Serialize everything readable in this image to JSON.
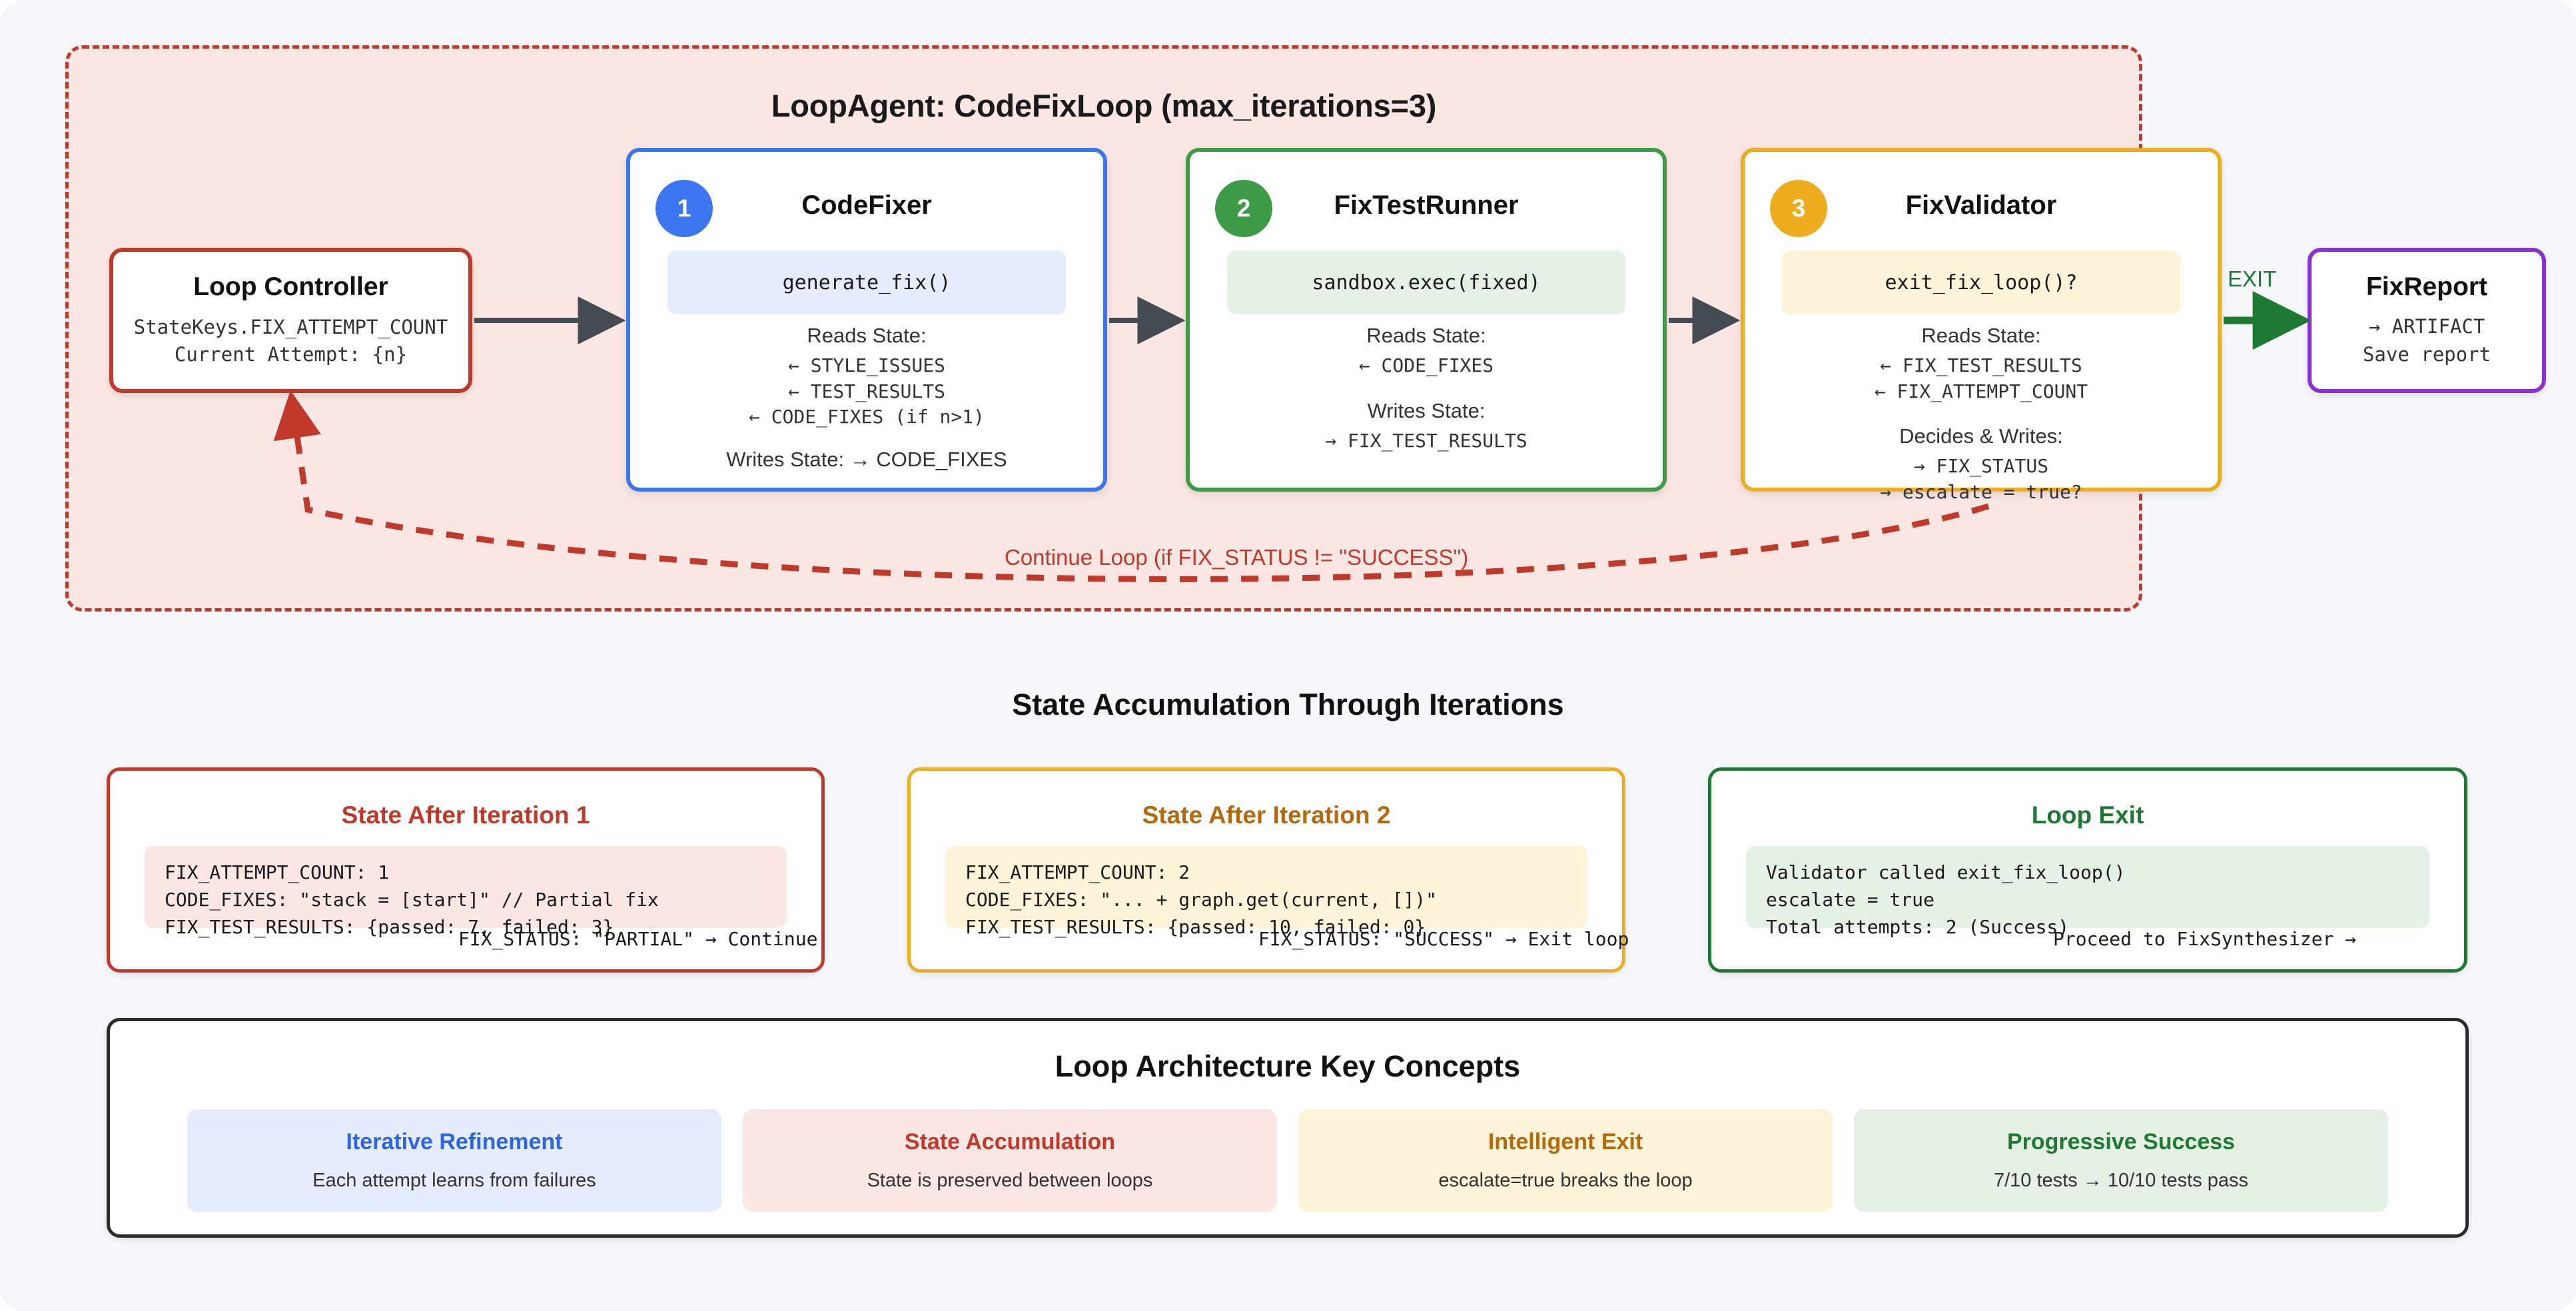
{
  "loop": {
    "title": "LoopAgent: CodeFixLoop (max_iterations=3)",
    "controller": {
      "title": "Loop Controller",
      "line1": "StateKeys.FIX_ATTEMPT_COUNT",
      "line2": "Current Attempt: {n}"
    },
    "agents": [
      {
        "badge": "1",
        "title": "CodeFixer",
        "code": "generate_fix()",
        "reads_label": "Reads State:",
        "reads": [
          "← STYLE_ISSUES",
          "← TEST_RESULTS",
          "← CODE_FIXES (if n>1)"
        ],
        "writes_inline": "Writes State: → CODE_FIXES",
        "writes_label": "",
        "writes": []
      },
      {
        "badge": "2",
        "title": "FixTestRunner",
        "code": "sandbox.exec(fixed)",
        "reads_label": "Reads State:",
        "reads": [
          "← CODE_FIXES"
        ],
        "writes_inline": "",
        "writes_label": "Writes State:",
        "writes": [
          "→ FIX_TEST_RESULTS"
        ]
      },
      {
        "badge": "3",
        "title": "FixValidator",
        "code": "exit_fix_loop()?",
        "reads_label": "Reads State:",
        "reads": [
          "← FIX_TEST_RESULTS",
          "← FIX_ATTEMPT_COUNT"
        ],
        "writes_inline": "",
        "writes_label": "Decides & Writes:",
        "writes": [
          "→ FIX_STATUS",
          "→ escalate = true?"
        ]
      }
    ],
    "exit_label": "EXIT",
    "continue_label": "Continue Loop (if FIX_STATUS != \"SUCCESS\")"
  },
  "fix_report": {
    "title": "FixReport",
    "line1": "→ ARTIFACT",
    "line2": "Save report"
  },
  "state_section": {
    "heading": "State Accumulation Through Iterations",
    "cards": [
      {
        "title": "State After Iteration 1",
        "lines": [
          "FIX_ATTEMPT_COUNT: 1",
          "CODE_FIXES: \"stack = [start]\" // Partial fix",
          "FIX_TEST_RESULTS: {passed: 7, failed: 3}"
        ],
        "footer": "FIX_STATUS: \"PARTIAL\" → Continue"
      },
      {
        "title": "State After Iteration 2",
        "lines": [
          "FIX_ATTEMPT_COUNT: 2",
          "CODE_FIXES: \"... + graph.get(current, [])\"",
          "FIX_TEST_RESULTS: {passed: 10, failed: 0}"
        ],
        "footer": "FIX_STATUS: \"SUCCESS\" → Exit loop"
      },
      {
        "title": "Loop Exit",
        "lines": [
          "Validator called exit_fix_loop()",
          "escalate = true",
          "Total attempts: 2 (Success)"
        ],
        "footer": "Proceed to FixSynthesizer →"
      }
    ]
  },
  "concepts": {
    "heading": "Loop Architecture Key Concepts",
    "items": [
      {
        "title": "Iterative Refinement",
        "desc": "Each attempt learns from failures"
      },
      {
        "title": "State Accumulation",
        "desc": "State is preserved between loops"
      },
      {
        "title": "Intelligent Exit",
        "desc": "escalate=true breaks the loop"
      },
      {
        "title": "Progressive Success",
        "desc": "7/10 tests → 10/10 tests pass"
      }
    ]
  }
}
